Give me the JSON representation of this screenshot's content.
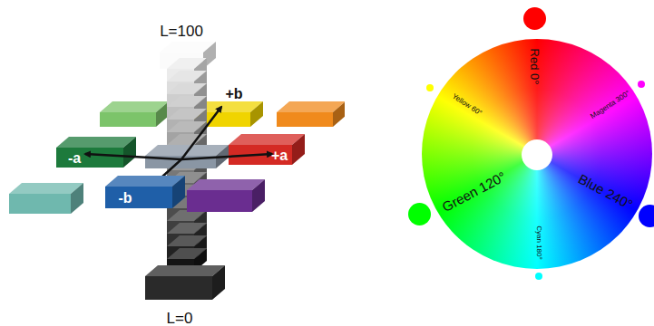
{
  "diagram": {
    "labels": [
      "L=100",
      "+b",
      "-a",
      "+a",
      "-b",
      "L=0",
      "Red 0°",
      "Yellow 60°",
      "Magenta 300°",
      "Green 120°",
      "Blue 240°",
      "Cyan 180°"
    ]
  }
}
